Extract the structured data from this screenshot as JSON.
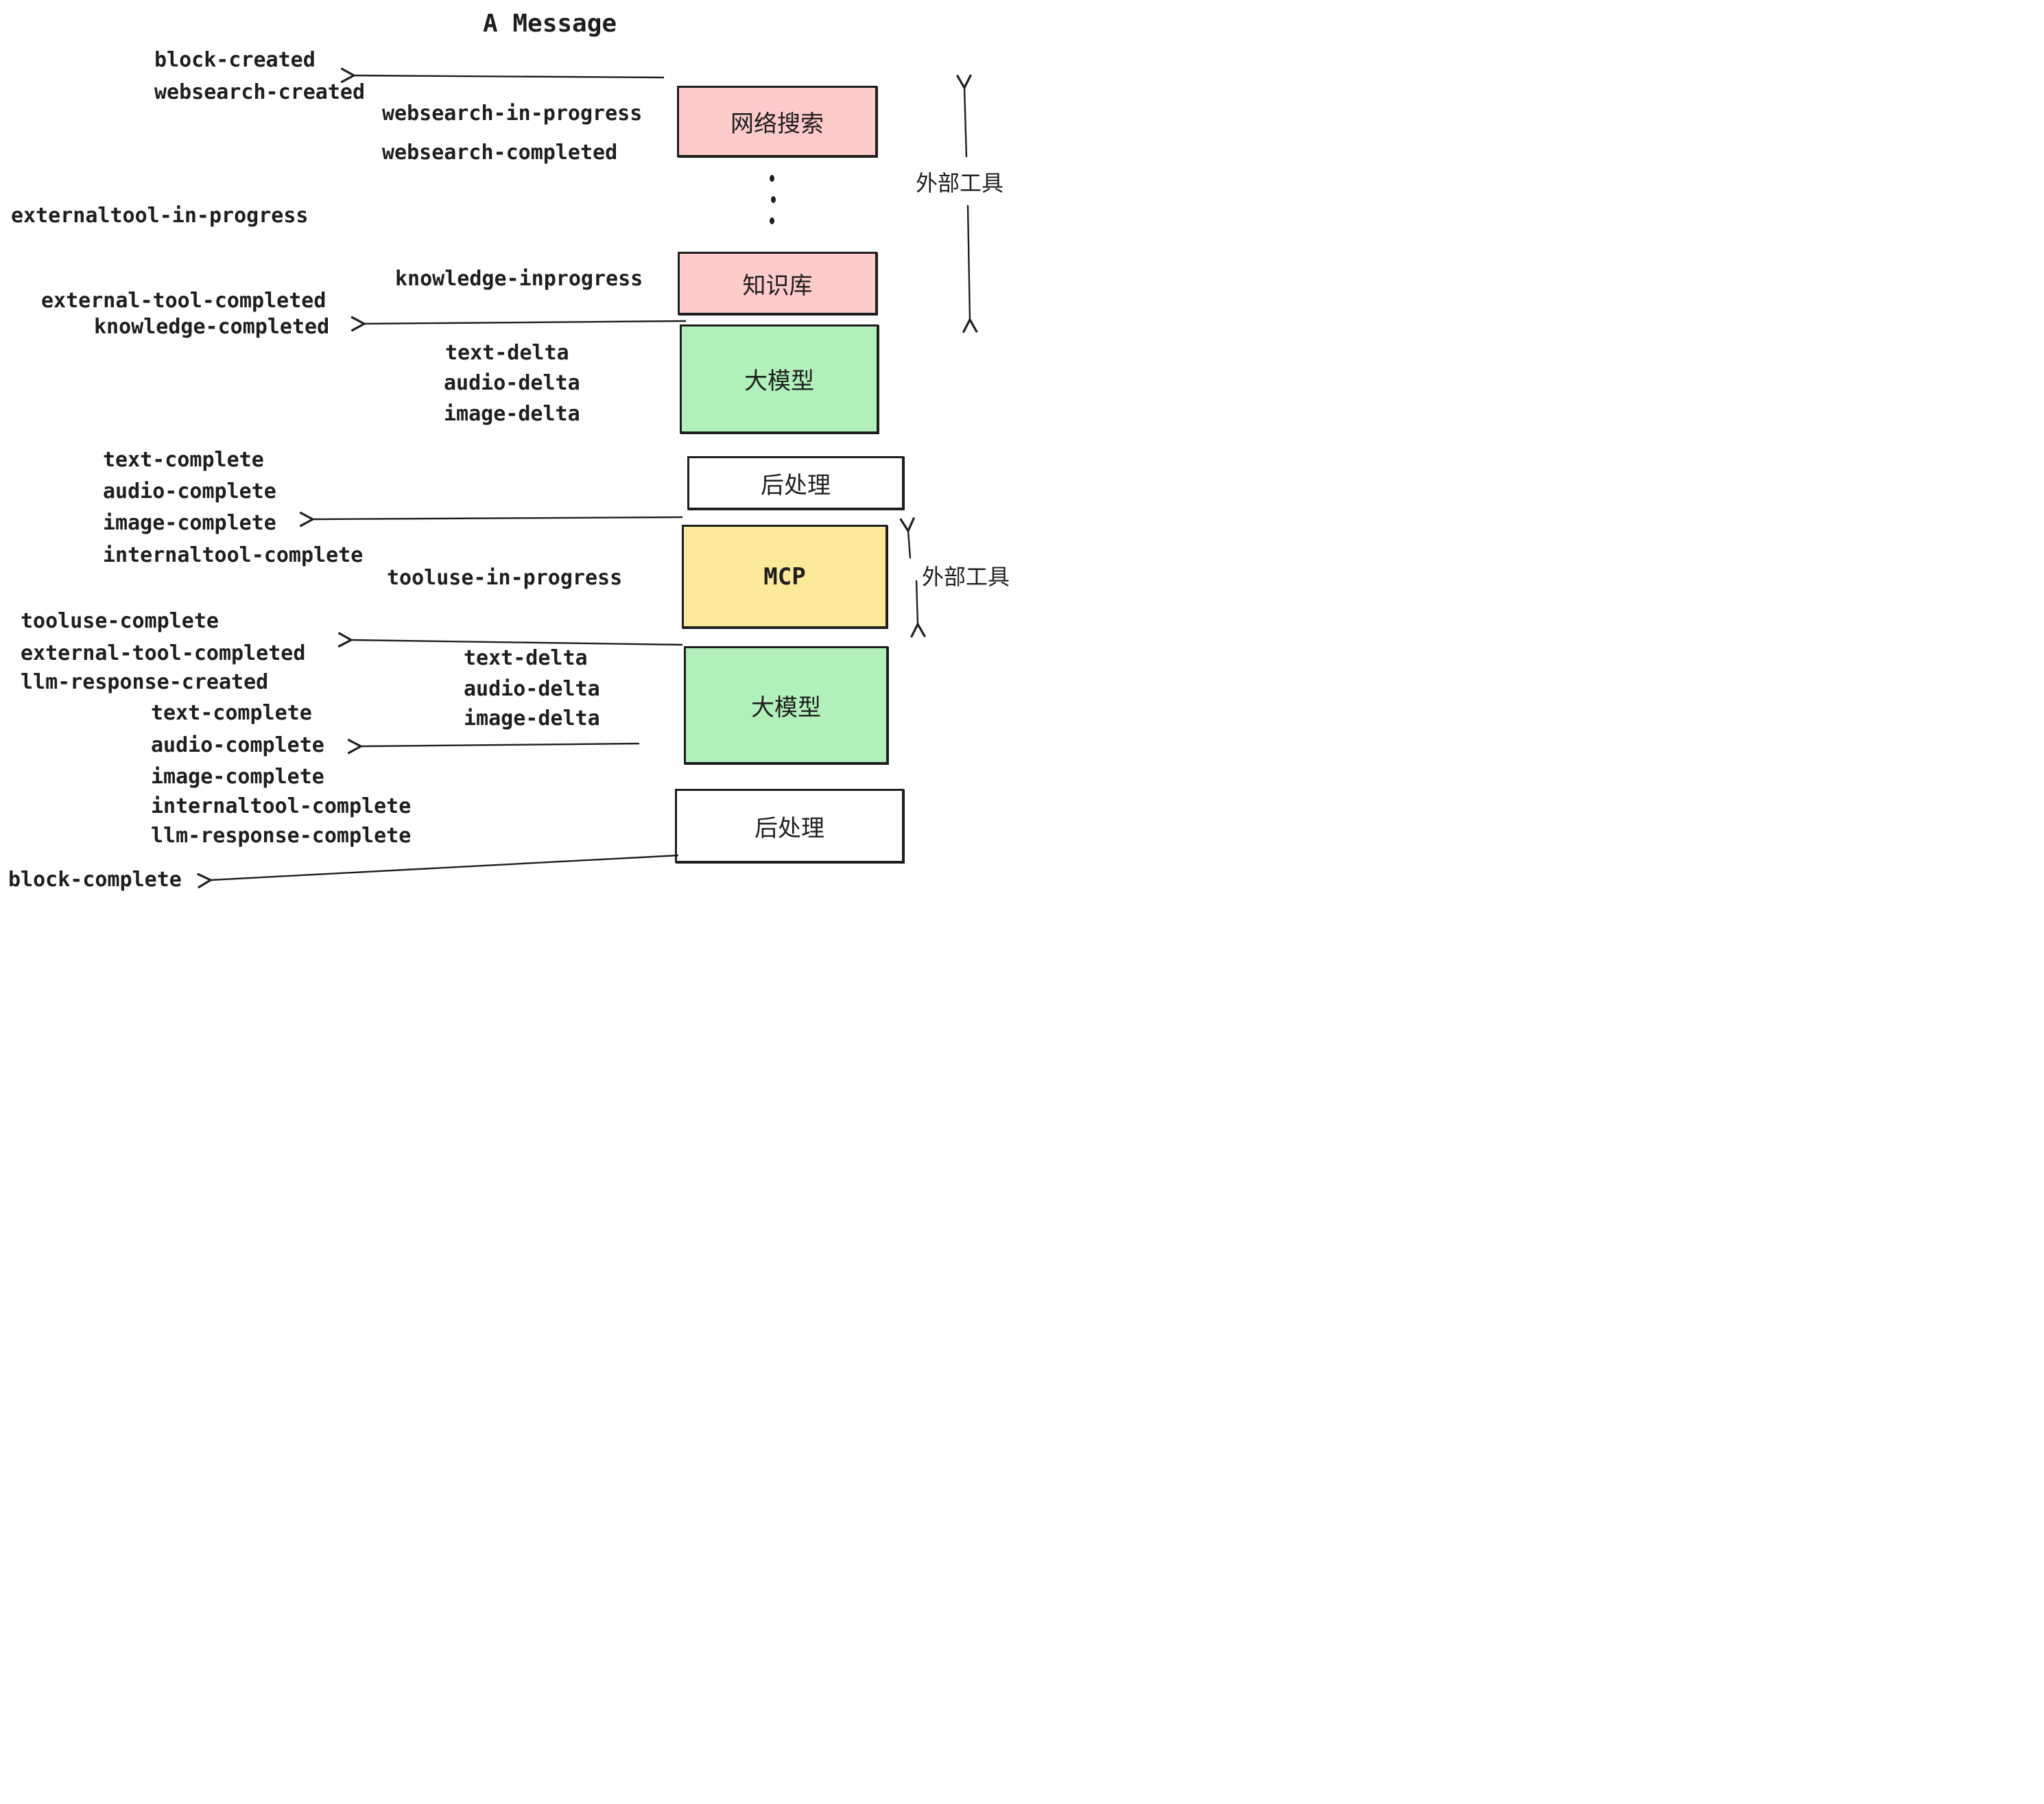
{
  "title": "A Message",
  "events": {
    "block_created": "block-created",
    "websearch_created": "websearch-created",
    "websearch_in_progress": "websearch-in-progress",
    "websearch_completed": "websearch-completed",
    "externaltool_in_progress": "externaltool-in-progress",
    "knowledge_inprogress": "knowledge-inprogress",
    "external_tool_completed_1": "external-tool-completed",
    "knowledge_completed": "knowledge-completed",
    "text_delta_1": "text-delta",
    "audio_delta_1": "audio-delta",
    "image_delta_1": "image-delta",
    "text_complete_1": "text-complete",
    "audio_complete_1": "audio-complete",
    "image_complete_1": "image-complete",
    "internaltool_complete_1": "internaltool-complete",
    "tooluse_in_progress": "tooluse-in-progress",
    "tooluse_complete": "tooluse-complete",
    "external_tool_completed_2": "external-tool-completed",
    "llm_response_created": "llm-response-created",
    "text_delta_2": "text-delta",
    "audio_delta_2": "audio-delta",
    "image_delta_2": "image-delta",
    "text_complete_2": "text-complete",
    "audio_complete_2": "audio-complete",
    "image_complete_2": "image-complete",
    "internaltool_complete_2": "internaltool-complete",
    "llm_response_complete": "llm-response-complete",
    "block_complete": "block-complete"
  },
  "boxes": {
    "websearch": {
      "label": "网络搜索",
      "color": "#fccbca"
    },
    "knowledge": {
      "label": "知识库",
      "color": "#fccbca"
    },
    "llm_1": {
      "label": "大模型",
      "color": "#b2f0bb"
    },
    "post_1": {
      "label": "后处理",
      "color": "#ffffff"
    },
    "mcp": {
      "label": "MCP",
      "color": "#fce999"
    },
    "llm_2": {
      "label": "大模型",
      "color": "#b2f0bb"
    },
    "post_2": {
      "label": "后处理",
      "color": "#ffffff"
    }
  },
  "side_labels": {
    "external_tool_top": "外部工具",
    "external_tool_bottom": "外部工具"
  },
  "colors": {
    "ink": "#1e1e1e",
    "pink": "#fccbca",
    "green": "#b2f0bb",
    "yellow": "#fce999",
    "background": "#ffffff"
  }
}
